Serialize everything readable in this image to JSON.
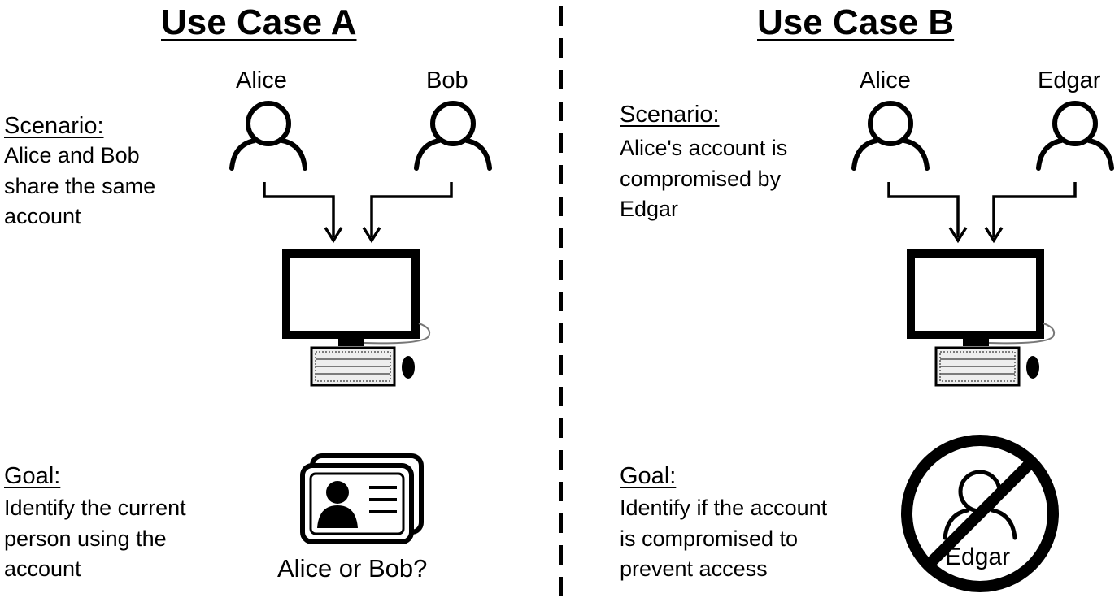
{
  "panel_a": {
    "title": "Use Case A",
    "user_left": "Alice",
    "user_right": "Bob",
    "scenario_heading": "Scenario:",
    "scenario_text": "Alice and Bob\nshare the same\naccount",
    "goal_heading": "Goal:",
    "goal_text": "Identify the current\nperson using the\naccount",
    "question": "Alice or Bob?"
  },
  "panel_b": {
    "title": "Use Case B",
    "user_left": "Alice",
    "user_right": "Edgar",
    "scenario_heading": "Scenario:",
    "scenario_text": "Alice's account is\ncompromised by\nEdgar",
    "goal_heading": "Goal:",
    "goal_text": "Identify if the account\nis compromised to\nprevent access",
    "blocked_label": "Edgar"
  },
  "icons": {
    "user": "user-outline-icon",
    "computer": "desktop-computer-icon",
    "id_card": "id-card-icon",
    "blocked": "no-entry-icon"
  }
}
